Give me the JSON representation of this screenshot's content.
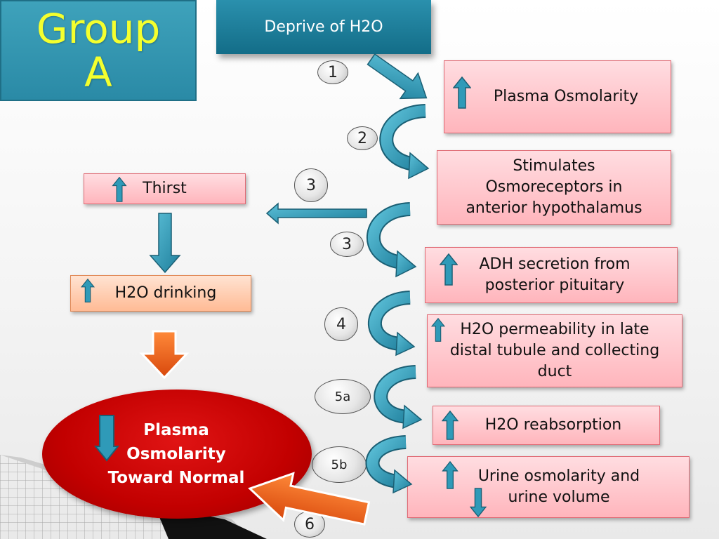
{
  "group": {
    "line1": "Group",
    "line2": "A"
  },
  "top": {
    "label": "Deprive of H2O"
  },
  "steps": {
    "s1": "1",
    "s2": "2",
    "s3a": "3",
    "s3b": "3",
    "s4": "4",
    "s5a": "5a",
    "s5b": "5b",
    "s6": "6"
  },
  "boxes": {
    "plasma_osmolarity": "Plasma Osmolarity",
    "stimulates": [
      "Stimulates",
      "Osmoreceptors in",
      "anterior hypothalamus"
    ],
    "adh": [
      "ADH secretion from",
      "posterior pituitary"
    ],
    "permeability": [
      "H2O permeability in late",
      "distal tubule and collecting",
      "duct"
    ],
    "reabsorption": "H2O reabsorption",
    "urine": [
      "Urine osmolarity and",
      "urine volume"
    ],
    "thirst": "Thirst",
    "drinking": "H2O drinking"
  },
  "result": {
    "lines": [
      "Plasma",
      "Osmolarity",
      "Toward Normal"
    ]
  },
  "colors": {
    "group_text": "#f4ff2e",
    "teal_arrow": "#2f9ab8",
    "orange_arrow": "#ee5a1c",
    "result_red": "#c20000"
  },
  "icons": {
    "increase": "up-arrow-icon",
    "decrease": "down-arrow-icon"
  }
}
